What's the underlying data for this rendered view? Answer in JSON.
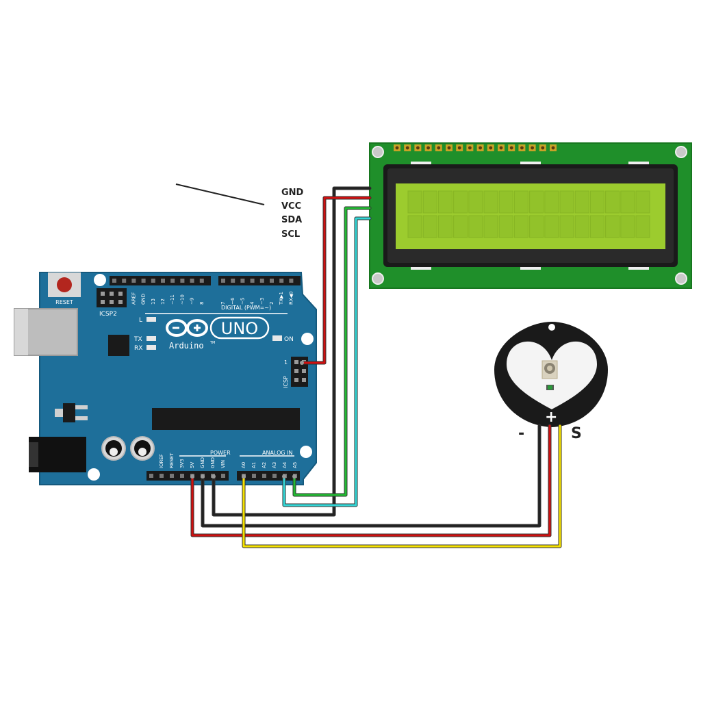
{
  "lcd_pin_labels": {
    "gnd": "GND",
    "vcc": "VCC",
    "sda": "SDA",
    "scl": "SCL"
  },
  "arduino": {
    "reset_label": "RESET",
    "icsp2_label": "ICSP2",
    "icsp_label": "ICSP",
    "icsp_pin1": "1",
    "digital_label": "DIGITAL (PWM=~)",
    "uno_label": "UNO",
    "brand_label": "Arduino",
    "tm_mark": "TM",
    "led_l": "L",
    "led_tx": "TX",
    "led_rx": "RX",
    "on_label": "ON",
    "power_label": "POWER",
    "analog_in_label": "ANALOG IN",
    "digital_pins": [
      "AREF",
      "GND",
      "13",
      "12",
      "~11",
      "~10",
      "~9",
      "8",
      "7",
      "~6",
      "~5",
      "4",
      "~3",
      "2",
      "TX▶1",
      "RX◀0"
    ],
    "power_pins": [
      "IOREF",
      "RESET",
      "3V3",
      "5V",
      "GND",
      "GND",
      "VIN"
    ],
    "analog_pins": [
      "A0",
      "A1",
      "A2",
      "A3",
      "A4",
      "A5"
    ]
  },
  "sensor": {
    "minus_label": "-",
    "plus_label": "+",
    "signal_label": "S"
  },
  "wire_colors": {
    "gnd": "#222222",
    "vcc": "#d01010",
    "sda": "#22bb33",
    "scl": "#33d6d6",
    "signal": "#f5e200"
  }
}
